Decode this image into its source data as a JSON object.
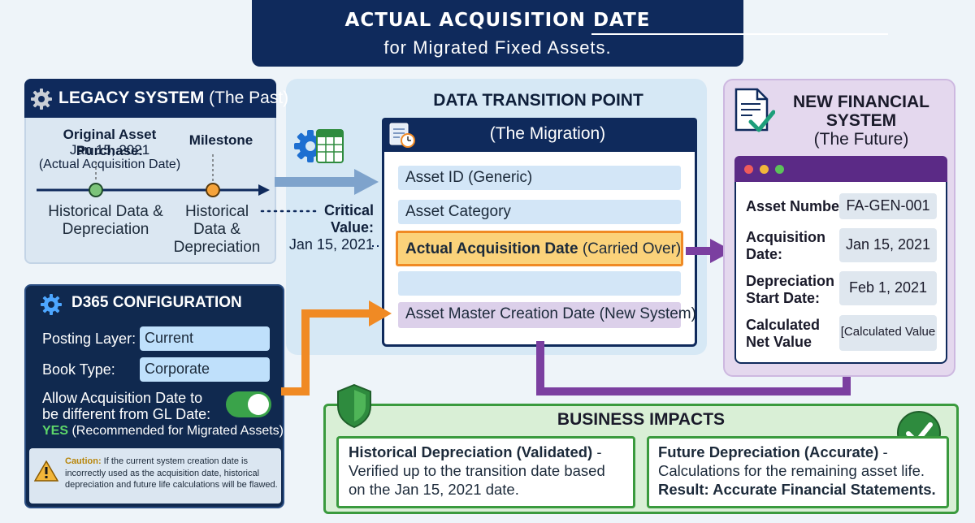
{
  "title": {
    "main": "ACTUAL ACQUISITION DATE",
    "sub": "for  Migrated Fixed Assets."
  },
  "legacy": {
    "title_bold": "LEGACY SYSTEM",
    "title_light": " (The Past)",
    "original_label": "Original Asset Purchase:",
    "original_date": "Jan 15, 2021",
    "original_note": "(Actual Acquisition Date)",
    "milestone_label": "Milestone",
    "point1_label_line1": "Historical Data &",
    "point1_label_line2": "Depreciation",
    "point2_label_line1": "Historical",
    "point2_label_line2": "Data &",
    "point2_label_line3": "Depreciation"
  },
  "transition": {
    "title": "DATA TRANSITION POINT",
    "migration_label": "(The Migration)",
    "critical_line1": "Critical",
    "critical_line2": "Value:",
    "critical_line3": "Jan 15, 2021",
    "rows": {
      "asset_id": "Asset ID (Generic)",
      "category": "Asset Category",
      "actual_bold": "Actual Acquisition Date",
      "actual_light": " (Carried Over)",
      "empty": "",
      "master": "Asset Master Creation Date (New System)"
    }
  },
  "new_system": {
    "title_line1": "NEW FINANCIAL",
    "title_line2": "SYSTEM",
    "subtitle": "(The Future)",
    "asset_number_label": "Asset Number:",
    "asset_number_value": "FA-GEN-001",
    "acq_label_line1": "Acquisition",
    "acq_label_line2": "Date:",
    "acq_value": "Jan 15, 2021",
    "dep_label_line1": "Depreciation",
    "dep_label_line2": "Start Date:",
    "dep_value": "Feb 1, 2021",
    "calc_label_line1": "Calculated",
    "calc_label_line2": "Net Value",
    "calc_value": "[Calculated Value"
  },
  "d365": {
    "title": "D365 CONFIGURATION",
    "posting_label": "Posting Layer:",
    "posting_value": "Current",
    "book_label": "Book Type:",
    "book_value": "Corporate",
    "allow_line1": "Allow Acquisition Date to",
    "allow_line2": "be different from GL Date:",
    "toggle_state": "on",
    "yes_bold": "YES",
    "yes_note": " (Recommended for Migrated Assets)",
    "caution_bold": "Caution:",
    "caution_text": " If the current system creation date is incorrectly used as the acquisition date, historical depreciation and future life calculations will be flawed."
  },
  "business": {
    "title": "BUSINESS IMPACTS",
    "hist_bold": "Historical Depreciation (Validated)",
    "hist_dash": " -",
    "hist_line2": "Verified up to the transition date based",
    "hist_line3": "on the Jan 15, 2021 date.",
    "future_bold": "Future Depreciation (Accurate)",
    "future_dash": " -",
    "future_line2": "Calculations for the remaining asset life.",
    "future_line3": "Result: Accurate Financial Statements."
  },
  "colors": {
    "navy": "#0f2a5c",
    "legacy_arrow": "#7ea3cc",
    "orange": "#f08a24",
    "purple": "#7b3fa0",
    "green": "#3a9a3e",
    "highlight": "#f7c44a"
  }
}
